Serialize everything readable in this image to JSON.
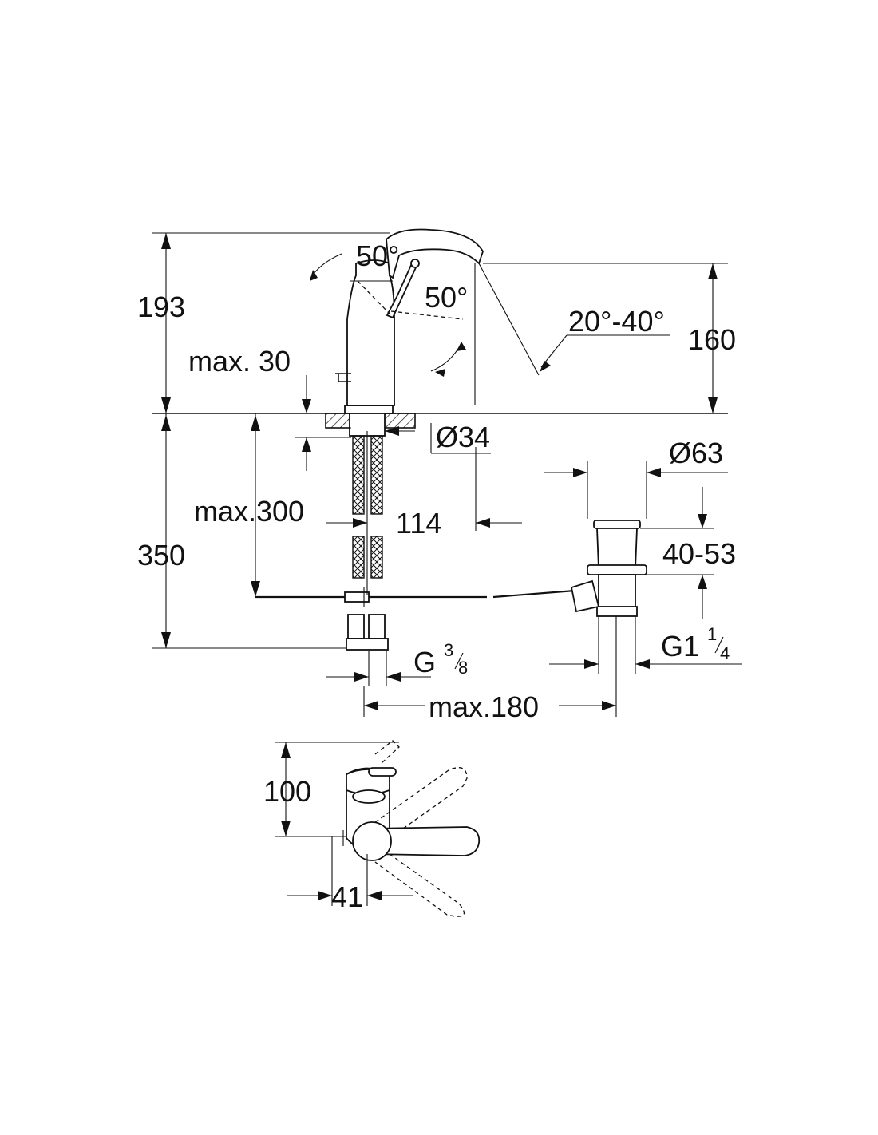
{
  "dimensions": {
    "height_total": "193",
    "height_spout": "160",
    "angle_lever_top": "50°",
    "angle_lever_side": "50°",
    "angle_spout": "20°-40°",
    "max_counter": "max. 30",
    "diameter_base": "Ø34",
    "diameter_waste": "Ø63",
    "max_hose": "max.300",
    "under_counter": "350",
    "spacing_114": "114",
    "range_waste": "40-53",
    "thread_g38_main": "G",
    "thread_g38_num": "3",
    "thread_g38_den": "8",
    "thread_g114_main": "G1",
    "thread_g114_num": "1",
    "thread_g114_den": "4",
    "max_rod": "max.180",
    "plan_depth": "100",
    "plan_offset": "41"
  }
}
